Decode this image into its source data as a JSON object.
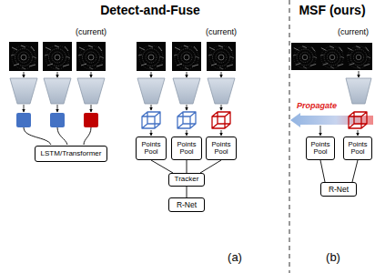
{
  "diagram": {
    "nodes": [
      {
        "text": [
          "LSTM/Transformer"
        ]
      },
      {
        "text": [
          "Points Pool"
        ]
      },
      {
        "text": [
          "Points Pool"
        ]
      },
      {
        "text": [
          "Points Pool"
        ]
      },
      {
        "text": [
          "Tracker"
        ]
      },
      {
        "text": [
          "R-Net"
        ]
      },
      {
        "text": [
          "Points Pool"
        ]
      },
      {
        "text": [
          "Points Pool"
        ]
      },
      {
        "text": [
          "R-Net"
        ]
      }
    ],
    "edges": [
      {
        "from": 1,
        "to": 4,
        "arrow": "none"
      },
      {
        "from": 2,
        "to": 4,
        "arrow": "none"
      },
      {
        "from": 3,
        "to": 4,
        "arrow": "none"
      },
      {
        "from": 4,
        "to": 5,
        "arrow": "none"
      },
      {
        "from": 6,
        "to": 8,
        "arrow": "none"
      },
      {
        "from": 7,
        "to": 8,
        "arrow": "none"
      }
    ],
    "labels": [
      "Detect-and-Fuse",
      "MSF (ours)",
      "(current)",
      "(current)",
      "(current)",
      "(a)",
      "(b)",
      "Propagate"
    ]
  }
}
